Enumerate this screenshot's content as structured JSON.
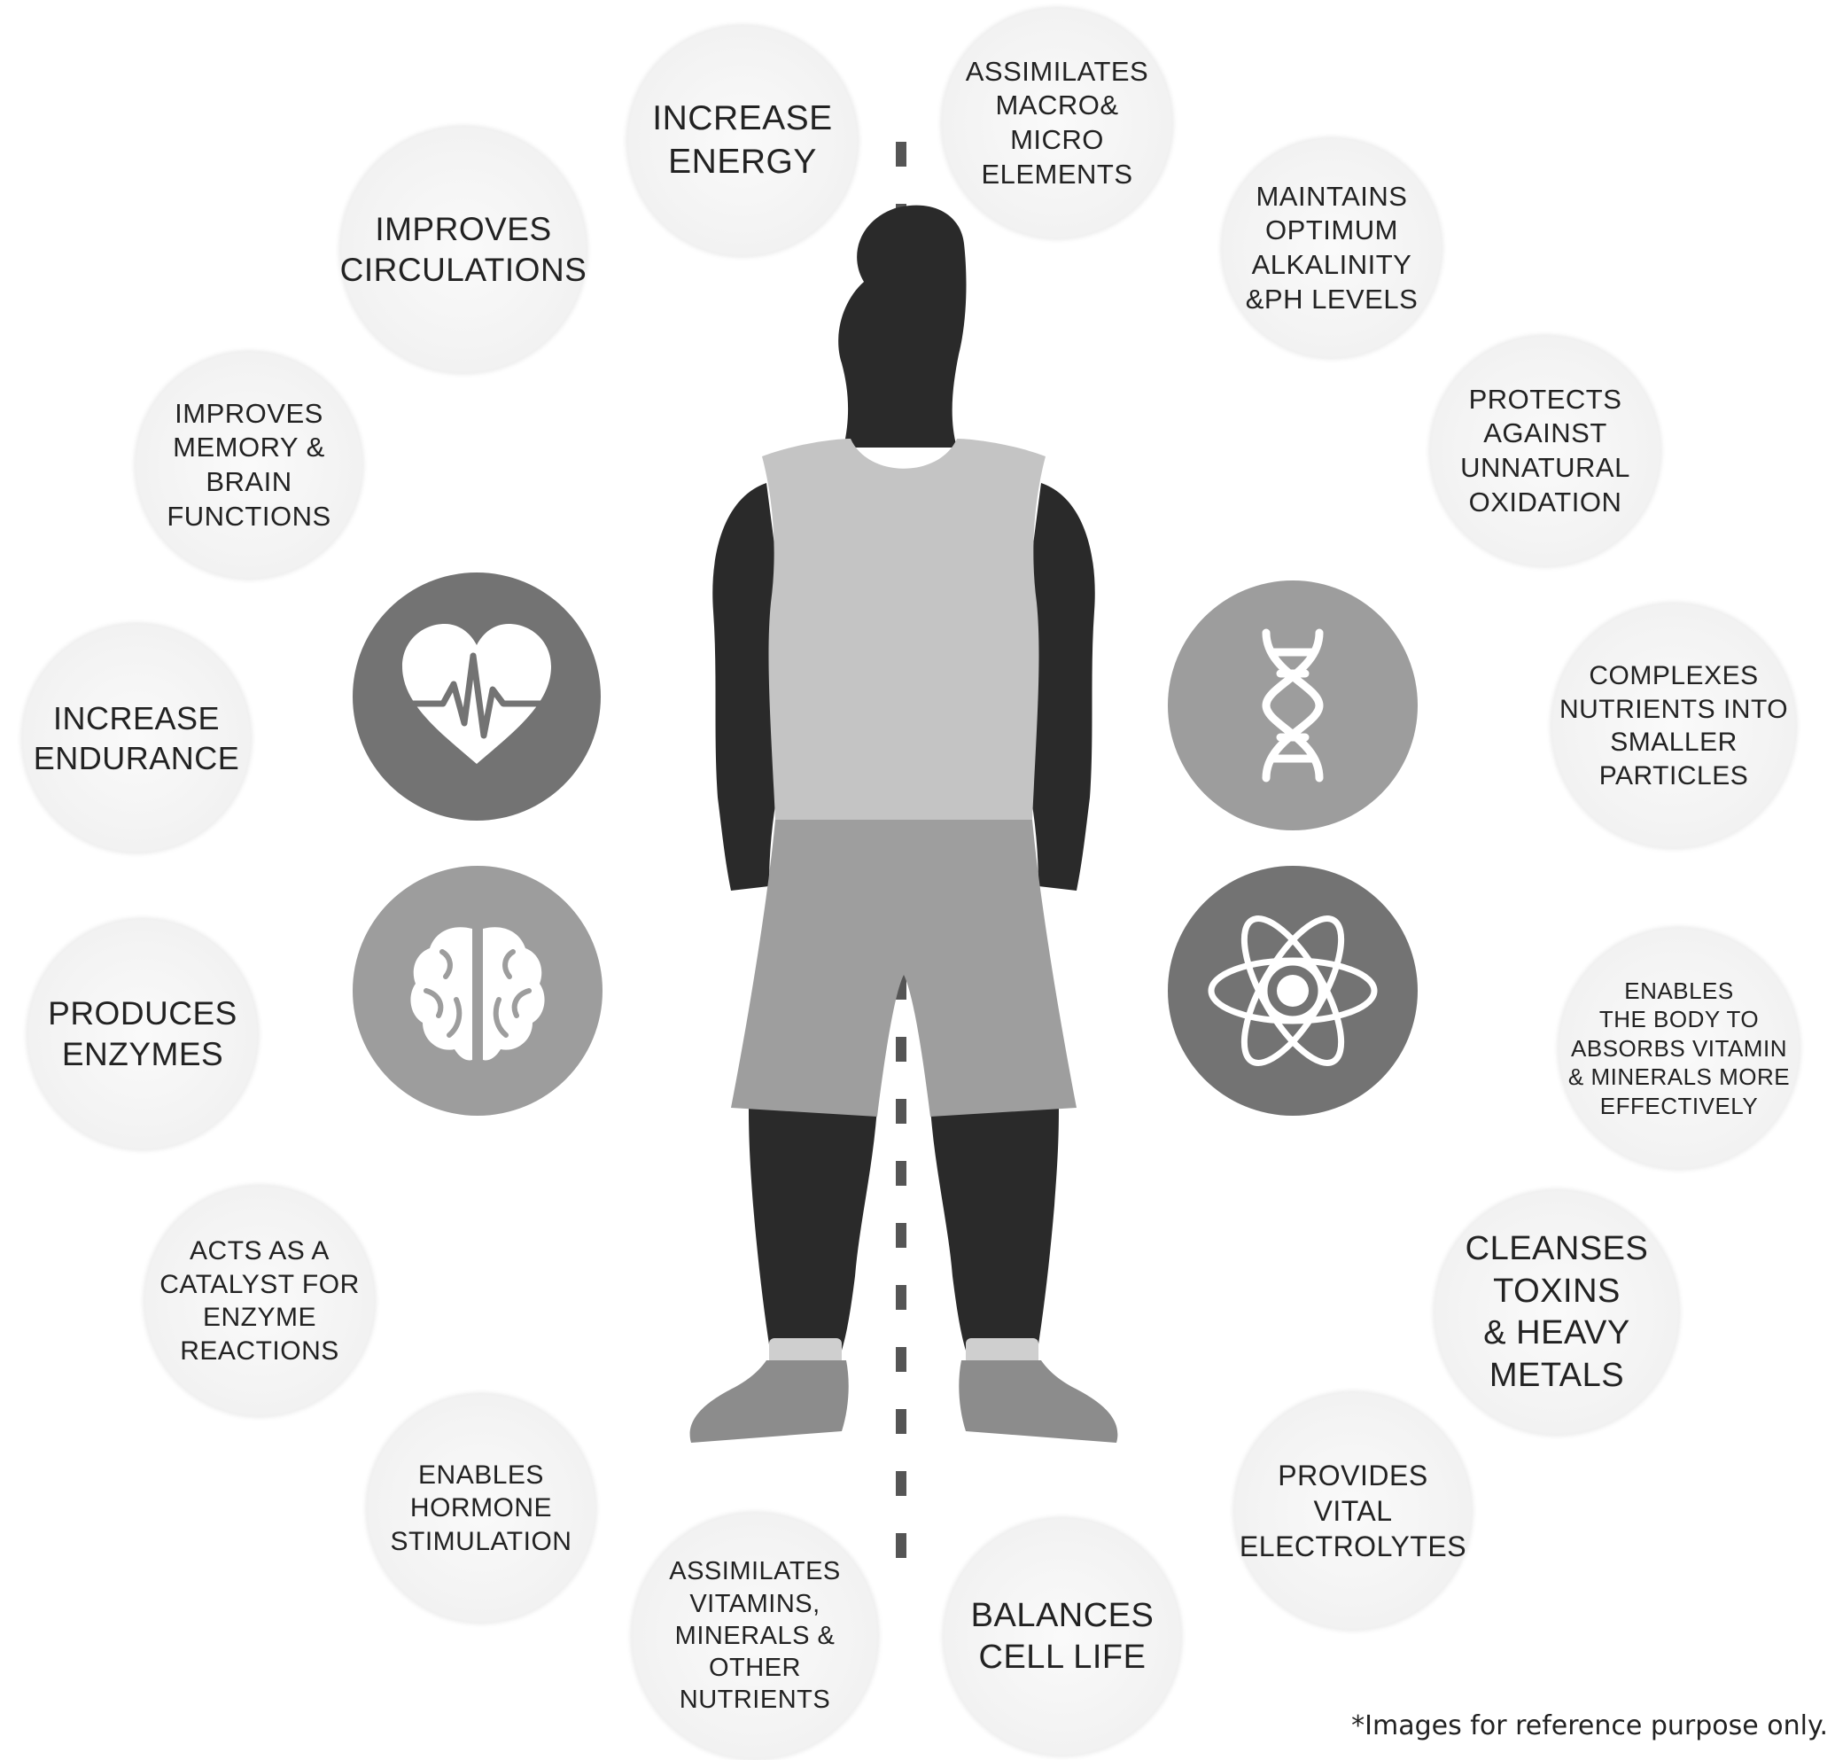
{
  "benefits": {
    "increase_energy": "INCREASE\nENERGY",
    "assimilates_macro": "ASSIMILATES\nMACRO&\nMICRO\nELEMENTS",
    "improves_circulations": "IMPROVES\nCIRCULATIONS",
    "maintains_alkalinity": "MAINTAINS\nOPTIMUM\nALKALINITY\n&PH LEVELS",
    "improves_memory": "IMPROVES\nMEMORY &\nBRAIN\nFUNCTIONS",
    "protects_oxidation": "PROTECTS\nAGAINST\nUNNATURAL\nOXIDATION",
    "increase_endurance": "INCREASE\nENDURANCE",
    "complexes_nutrients": "COMPLEXES\nNUTRIENTS INTO\nSMALLER\nPARTICLES",
    "produces_enzymes": "PRODUCES\nENZYMES",
    "enables_absorption": "ENABLES\nTHE BODY TO\nABSORBS VITAMIN\n& MINERALS MORE\nEFFECTIVELY",
    "catalyst_enzyme": "ACTS AS A\nCATALYST FOR\nENZYME\nREACTIONS",
    "cleanses_toxins": "CLEANSES\nTOXINS\n& HEAVY\nMETALS",
    "hormone_stimulation": "ENABLES\nHORMONE\nSTIMULATION",
    "vital_electrolytes": "PROVIDES\nVITAL\nELECTROLYTES",
    "assimilates_vitamins": "ASSIMILATES\nVITAMINS,\nMINERALS &\nOTHER\nNUTRIENTS",
    "balances_cell_life": "BALANCES\nCELL LIFE"
  },
  "icons": {
    "heart": "heart-pulse-icon",
    "brain": "brain-icon",
    "dna": "dna-icon",
    "atom": "atom-icon"
  },
  "colors": {
    "bubble": "#f2f2f2",
    "text": "#222222",
    "icon_dark": "#737373",
    "icon_light": "#9d9d9d",
    "skin": "#2a2a2a",
    "shirt": "#c4c4c4",
    "shorts": "#9e9e9e",
    "shoes": "#8c8c8c"
  },
  "footnote": "*Images for reference purpose only."
}
